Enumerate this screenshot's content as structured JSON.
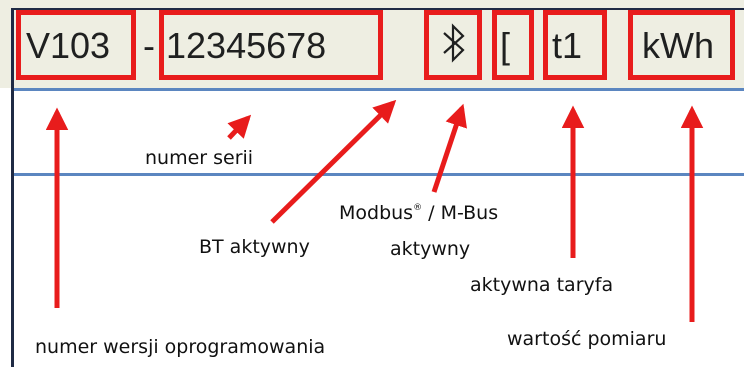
{
  "display": {
    "version": "V103",
    "separator": "-",
    "serial": "12345678",
    "bluetooth_symbol": "bluetooth-icon",
    "bracket": "[",
    "tariff": "t1",
    "unit": "kWh"
  },
  "labels": {
    "serial": "numer serii",
    "bt": "BT aktywny",
    "modbus_a": "Modbus",
    "modbus_reg": "®",
    "modbus_b": " / M-Bus",
    "modbus_c": "aktywny",
    "tariff": "aktywna taryfa",
    "firmware": "numer wersji oprogramowania",
    "unit": "wartość pomiaru"
  },
  "colors": {
    "highlight": "#e81c1c",
    "lcd_background": "#eeeee2",
    "divider": "#5b86c0",
    "frame": "#1f2a44"
  }
}
